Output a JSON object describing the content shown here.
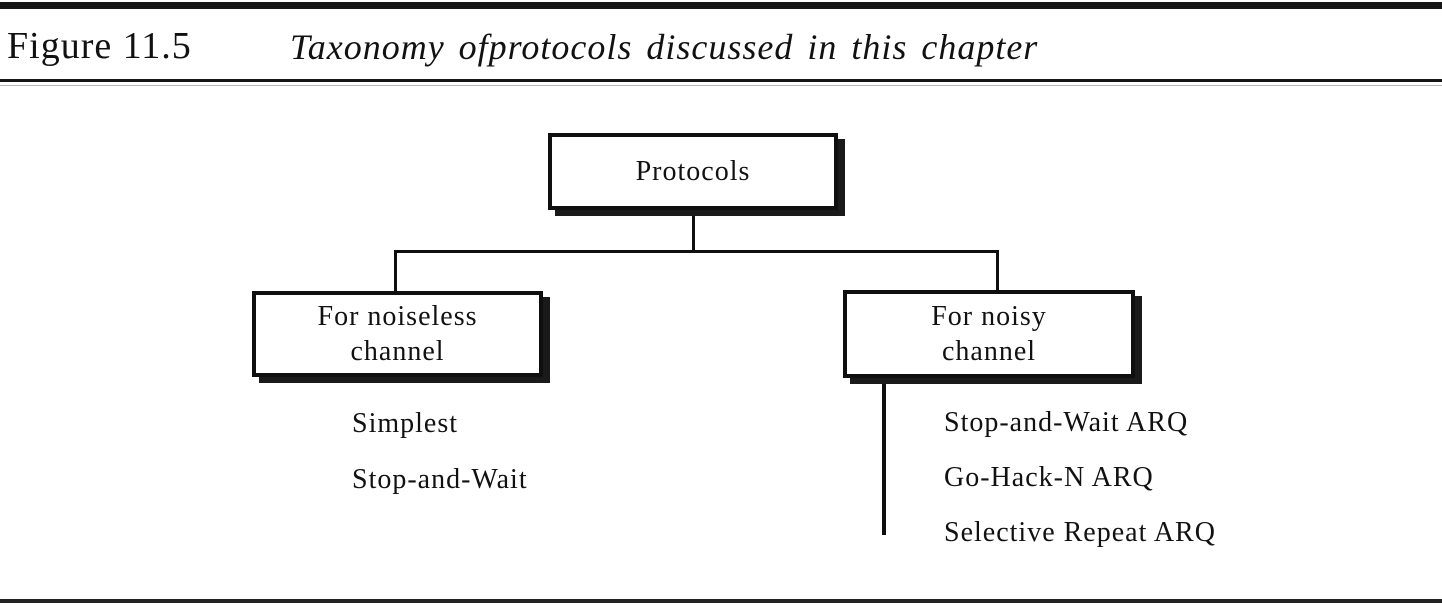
{
  "figure": {
    "label": "Figure 11.5",
    "caption": "Taxonomy ofprotocols discussed in this chapter"
  },
  "tree": {
    "root": "Protocols",
    "left": {
      "title_line1": "For noiseless",
      "title_line2": "channel",
      "items": [
        "Simplest",
        "Stop-and-Wait"
      ]
    },
    "right": {
      "title_line1": "For noisy",
      "title_line2": "channel",
      "items": [
        "Stop-and-Wait ARQ",
        "Go-Hack-N ARQ",
        "Selective Repeat ARQ"
      ]
    }
  },
  "colors": {
    "ink": "#111111",
    "background": "#ffffff"
  }
}
